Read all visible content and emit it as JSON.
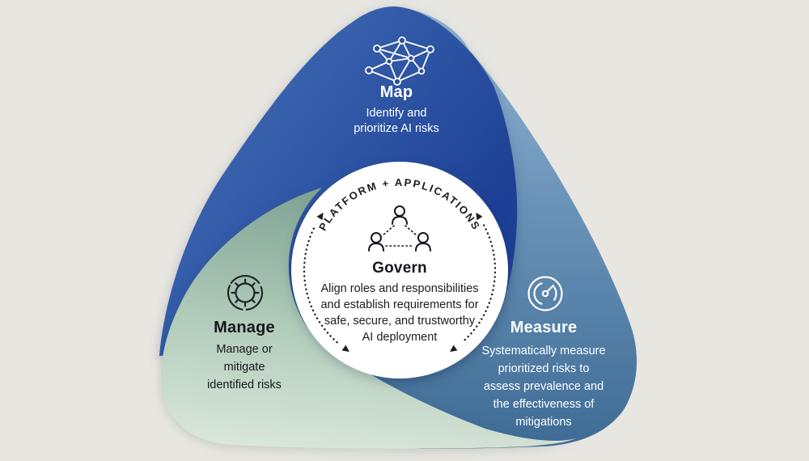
{
  "colors": {
    "background": "#e8e6e1",
    "map_from": "#4470b8",
    "map_to": "#1d3f95",
    "manage_from": "#7da192",
    "manage_mid": "#b2ccba",
    "manage_to": "#d9e6da",
    "measure_from": "#93b6d5",
    "measure_mid": "#6a93b8",
    "measure_to": "#3e6b95",
    "center_fill": "#ffffff",
    "dark_text": "#16181e",
    "light_text": "#ffffff"
  },
  "center": {
    "ring_label": "PLATFORM + APPLICATIONS",
    "title": "Govern",
    "description": "Align roles and responsibilities\nand establish requirements for\nsafe, secure, and trustworthy\nAI deployment",
    "icon": "org-people-icon"
  },
  "sections": [
    {
      "id": "map",
      "title": "Map",
      "description": "Identify and\nprioritize AI risks",
      "icon": "network-graph-icon"
    },
    {
      "id": "manage",
      "title": "Manage",
      "description": "Manage or\nmitigate\nidentified risks",
      "icon": "gear-icon"
    },
    {
      "id": "measure",
      "title": "Measure",
      "description": "Systematically measure\nprioritized risks to\nassess prevalence and\nthe effectiveness of\nmitigations",
      "icon": "gauge-icon"
    }
  ]
}
